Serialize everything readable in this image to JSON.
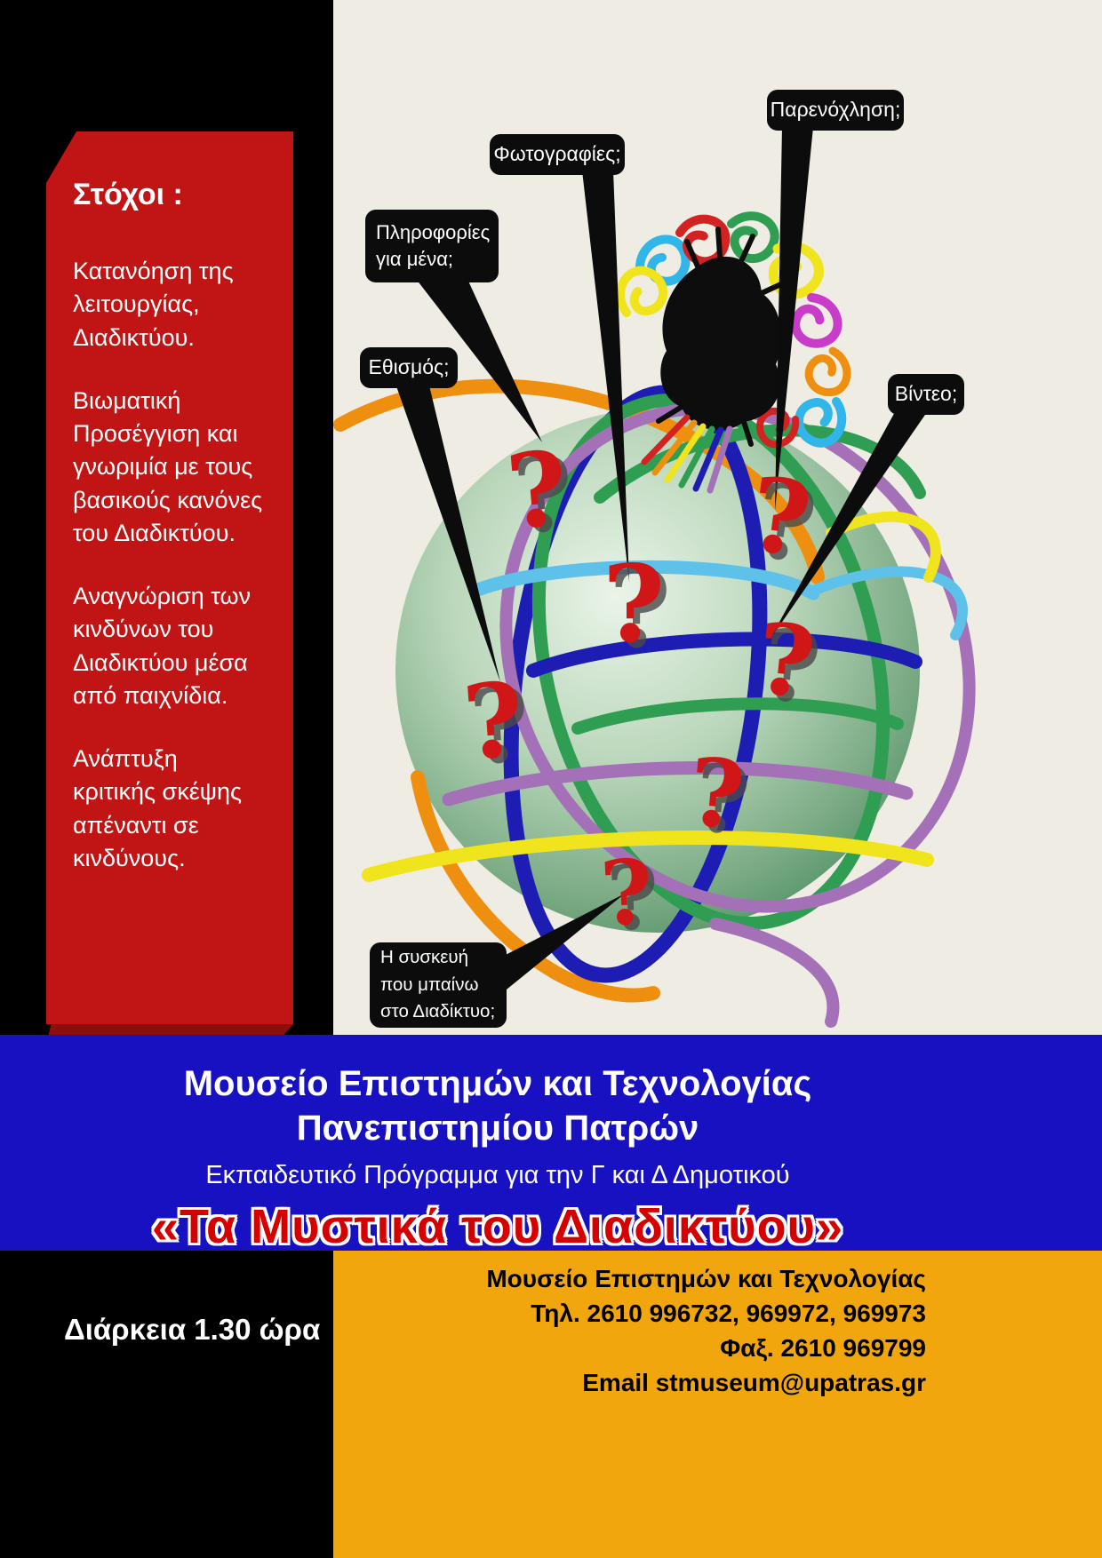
{
  "goals": {
    "heading": "Στόχοι :",
    "items": [
      "Κατανόηση της λειτουργίας, Διαδικτύου.",
      "Βιωματική Προσέγγιση και γνωριμία με τους βασικούς κανόνες του Διαδικτύου.",
      "Αναγνώριση των  κινδύνων του Διαδικτύου μέσα από παιχνίδια.",
      "Ανάπτυξη κριτικής σκέψης απέναντι σε κινδύνους."
    ]
  },
  "callouts": [
    {
      "id": "harassment",
      "label": "Παρενόχληση;"
    },
    {
      "id": "photos",
      "label": "Φωτογραφίες;"
    },
    {
      "id": "personal-info",
      "label": "Πληροφορίες για μένα;"
    },
    {
      "id": "addiction",
      "label": "Εθισμός;"
    },
    {
      "id": "video",
      "label": "Βίντεο;"
    },
    {
      "id": "device",
      "label": "Η συσκευή που μπαίνω  στο Διαδίκτυο;"
    }
  ],
  "globe": {
    "qmark": "?"
  },
  "blue_band": {
    "museum_line1": "Μουσείο  Επιστημών και Τεχνολογίας",
    "museum_line2": "Πανεπιστημίου Πατρών",
    "subtitle": "Εκπαιδευτικό Πρόγραμμα για την Γ και Δ Δημοτικού",
    "title": "«Τα Μυστικά του Διαδικτύου»"
  },
  "footer": {
    "duration": "Διάρκεια  1.30 ώρα",
    "contact_lines": [
      "Μουσείο Επιστημών και Τεχνολογίας",
      "Τηλ. 2610 996732, 969972, 969973",
      "Φαξ. 2610 969799",
      "Email stmuseum@upatras.gr"
    ]
  },
  "colors": {
    "banner_red": "#c11414",
    "question_red": "#d01616",
    "band_blue": "#1811c2",
    "footer_orange": "#f0a60c",
    "background_cream": "#efede3",
    "panel_black": "#000000",
    "globe_green": "#4f8f63"
  }
}
